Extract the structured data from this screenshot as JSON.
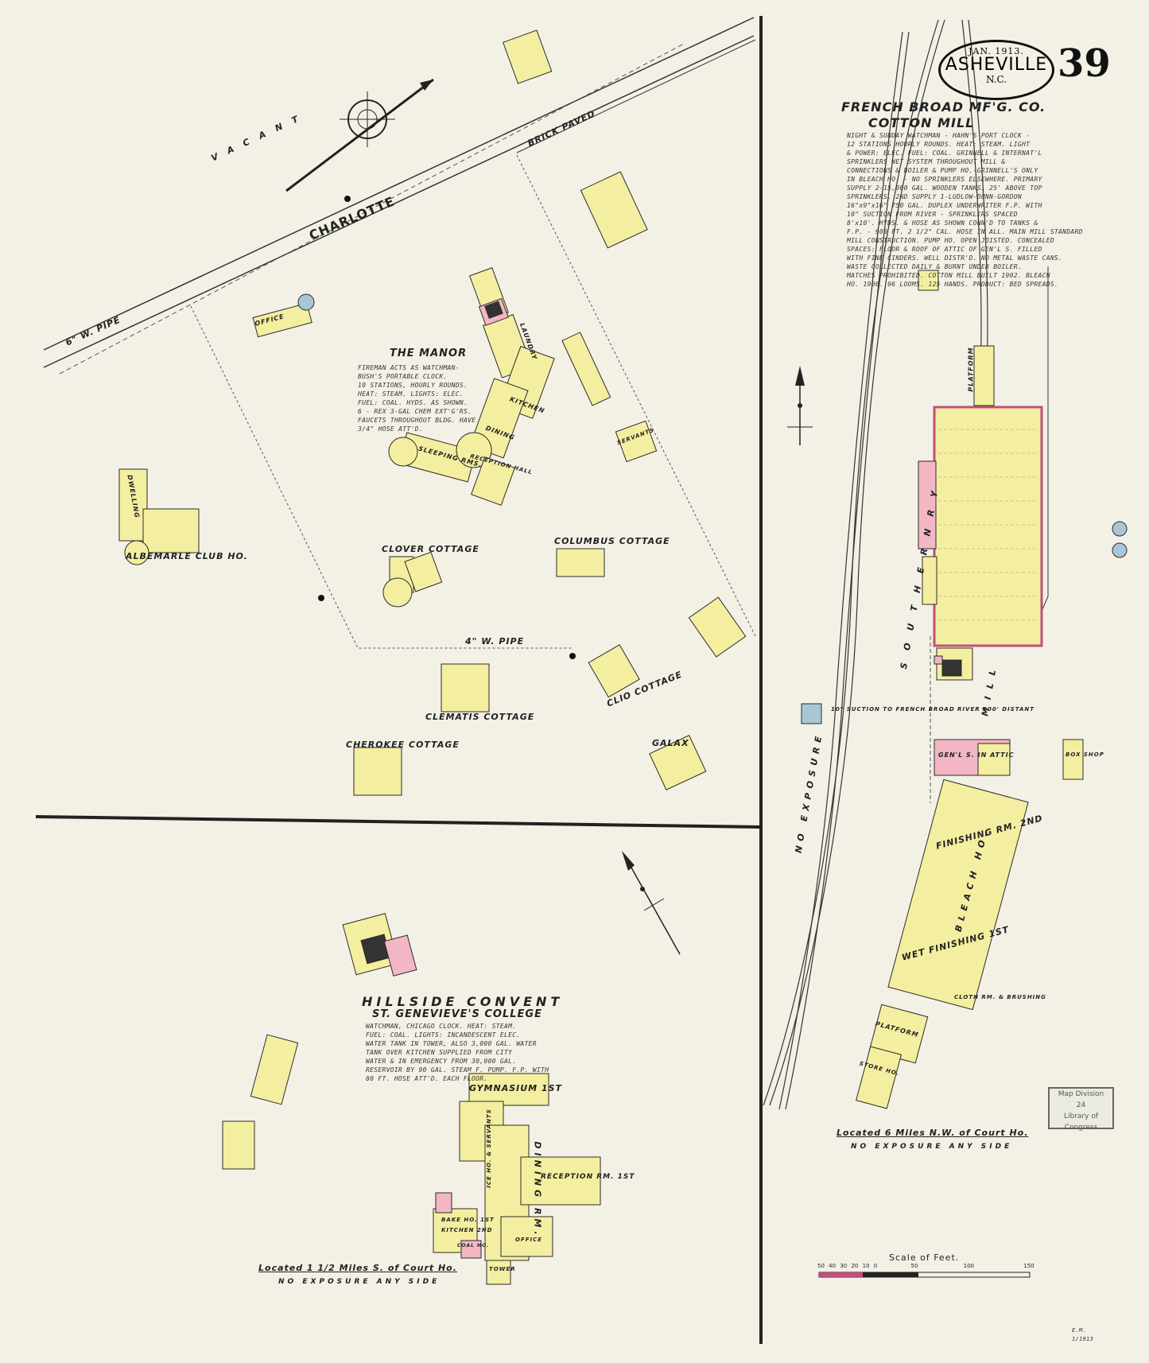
{
  "header": {
    "date": "JAN. 1913.",
    "city": "ASHEVILLE",
    "state": "N.C.",
    "sheet_number": "39"
  },
  "streets": {
    "charlotte": "CHARLOTTE",
    "pipe_6": "6\" W. PIPE",
    "brick_paved": "BRICK PAVED",
    "vacant": "VACANT",
    "pipe_4": "4\" W. PIPE"
  },
  "manor": {
    "title": "THE MANOR",
    "note": "FIREMAN ACTS AS WATCHMAN-\nBUSH'S PORTABLE CLOCK.\n10 STATIONS, HOURLY ROUNDS.\nHEAT: STEAM. LIGHTS: ELEC.\nFUEL: COAL. HYDS. AS SHOWN.\n6 - REX 3-GAL CHEM EXT'G'RS.\nFAUCETS THROUGHOUT BLDG. HAVE\n3/4\" HOSE ATT'D.",
    "rooms": [
      "OFFICE",
      "KITCHEN",
      "LAUNDRY",
      "DINING",
      "SLEEPING RMS.",
      "RECEPTION HALL",
      "DWELLING",
      "SERVANTS"
    ],
    "cottages": [
      "CLOVER COTTAGE",
      "COLUMBUS COTTAGE",
      "CLEMATIS COTTAGE",
      "CLIO COTTAGE",
      "CHEROKEE COTTAGE",
      "GALAX"
    ],
    "albemarle": "ALBEMARLE CLUB HO."
  },
  "cotton_mill": {
    "title_line1": "FRENCH BROAD MF'G. CO.",
    "title_line2": "COTTON MILL",
    "note": "NIGHT & SUNDAY WATCHMAN - HAHN'S PORT CLOCK -\n12 STATIONS HOURLY ROUNDS. HEAT: STEAM. LIGHT\n& POWER: ELEC. FUEL: COAL. GRINNELL & INTERNAT'L\nSPRINKLERS WET SYSTEM THROUGHOUT MILL &\nCONNECTIONS & BOILER & PUMP HO.-GRINNELL'S ONLY\nIN BLEACH HO. - NO SPRINKLERS ELSEWHERE. PRIMARY\nSUPPLY 2-15,000 GAL. WOODEN TANKS, 25' ABOVE TOP\nSPRINKLERS. 2ND SUPPLY 1-LUDLOW-DUNN-GORDON\n16\"x9\"x16\" 750 GAL. DUPLEX UNDERWRITER F.P. WITH\n10\" SUCTION FROM RIVER - SPRINKLERS SPACED\n8'x10'. HYDS. & HOSE AS SHOWN CONN'D TO TANKS &\nF.P. - 900 FT. 2 1/2\" CAL. HOSE IN ALL. MAIN MILL STANDARD\nMILL CONSTRUCTION. PUMP HO. OPEN JOISTED. CONCEALED\nSPACES: FLOOR & ROOF OF ATTIC OF GEN'L S. FILLED\nWITH FINE CINDERS. WELL DISTR'D. NO METAL WASTE CANS.\nWASTE COLLECTED DAILY & BURNT UNDER BOILER.\nMATCHES PROHIBITED. COTTON MILL BUILT 1902. BLEACH\nHO. 1906. 96 LOOMS. 125 HANDS. PRODUCT: BED SPREADS.",
    "railway": "S O U T H E R N  R Y",
    "river_label": "NO EXPOSURE",
    "location": "Located 6 Miles N.W. of Court Ho.",
    "exposure": "NO EXPOSURE ANY SIDE",
    "labels": [
      "PLATFORM",
      "FINISHING RM. 2ND",
      "WET FINISHING 1ST",
      "BLEACH HO.",
      "GEN'L S. IN ATTIC",
      "MILL",
      "CLOTH RM. & BRUSHING",
      "BOX SHOP",
      "PLATFORM",
      "STORE HO."
    ],
    "suction": "10\" SUCTION TO FRENCH BROAD RIVER 200' DISTANT"
  },
  "convent": {
    "title_line1": "HILLSIDE CONVENT",
    "title_line2": "ST. GENEVIEVE'S COLLEGE",
    "note": "WATCHMAN, CHICAGO CLOCK. HEAT: STEAM.\nFUEL: COAL. LIGHTS: INCANDESCENT ELEC.\nWATER TANK IN TOWER, ALSO 3,000 GAL. WATER\nTANK OVER KITCHEN SUPPLIED FROM CITY\nWATER & IN EMERGENCY FROM 30,000 GAL.\nRESERVOIR BY 90 GAL. STEAM F. PUMP. F.P. WITH\n80 FT. HOSE ATT'D. EACH FLOOR.",
    "rooms": [
      "GYMNASIUM 1ST",
      "DINING RM.",
      "RECEPTION RM. 1ST",
      "BAKE HO. 1ST",
      "KITCHEN 2ND",
      "COAL HO.",
      "OFFICE",
      "TOWER",
      "ICE HO. & SERVANTS"
    ],
    "location": "Located 1 1/2 Miles S. of Court Ho.",
    "exposure": "NO EXPOSURE ANY SIDE"
  },
  "scale": {
    "label": "Scale of Feet.",
    "ticks": [
      "50",
      "40",
      "30",
      "20",
      "10",
      "0",
      "50",
      "100",
      "150"
    ]
  },
  "stamp": {
    "line1": "Map Division",
    "line2": "24",
    "line3": "Library of Congress"
  },
  "footer_mark": "E.M.\n1/1913",
  "colors": {
    "paper": "#f3f1e6",
    "frame_building": "#f4eea0",
    "brick_building": "#f2b6c4",
    "stone_building": "#a9c6d6",
    "outline": "#2b2b2b"
  }
}
